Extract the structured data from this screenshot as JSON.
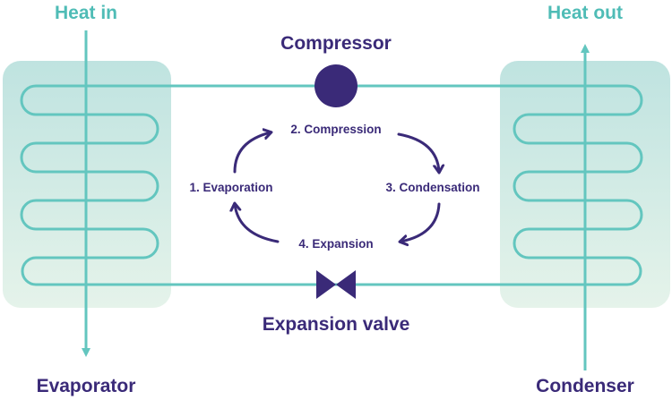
{
  "labels": {
    "heat_in": "Heat in",
    "heat_out": "Heat out",
    "compressor": "Compressor",
    "expansion_valve": "Expansion valve",
    "evaporator": "Evaporator",
    "condenser": "Condenser"
  },
  "cycle_steps": [
    "1. Evaporation",
    "2. Compression",
    "3. Condensation",
    "4. Expansion"
  ],
  "colors": {
    "pipe": "#63c6bf",
    "dark": "#3a2a78",
    "panel_top": "#bfe3e0",
    "panel_bottom": "#e5f3ea"
  }
}
